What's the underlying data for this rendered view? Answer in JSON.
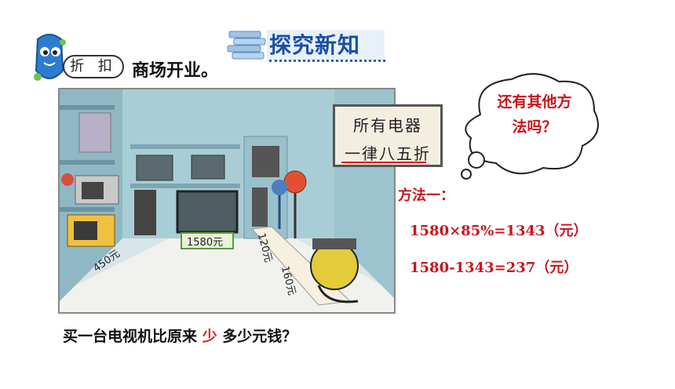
{
  "header": {
    "title": "探究新知"
  },
  "tag": {
    "label": "折 扣"
  },
  "scenario": {
    "text": "商场开业。"
  },
  "store": {
    "prices": {
      "tv": "1580元",
      "microwave": "450元",
      "fan": "120元",
      "vacuum": "160元"
    }
  },
  "sign": {
    "line1": "所有电器",
    "line2": "一律八五折"
  },
  "bubble": {
    "line1": "还有其他方",
    "line2": "法吗？"
  },
  "method": {
    "label": "方法一：",
    "calc1": "1580×85%=1343（元）",
    "calc2": "1580-1343=237（元）"
  },
  "question": {
    "part1": "买一台电视机比原来 ",
    "highlight": "少",
    "part2": " 多少元钱？"
  },
  "colors": {
    "accent_red": "#c8161d",
    "title_blue": "#1a4fa3",
    "wall": "#a9cdd6"
  }
}
